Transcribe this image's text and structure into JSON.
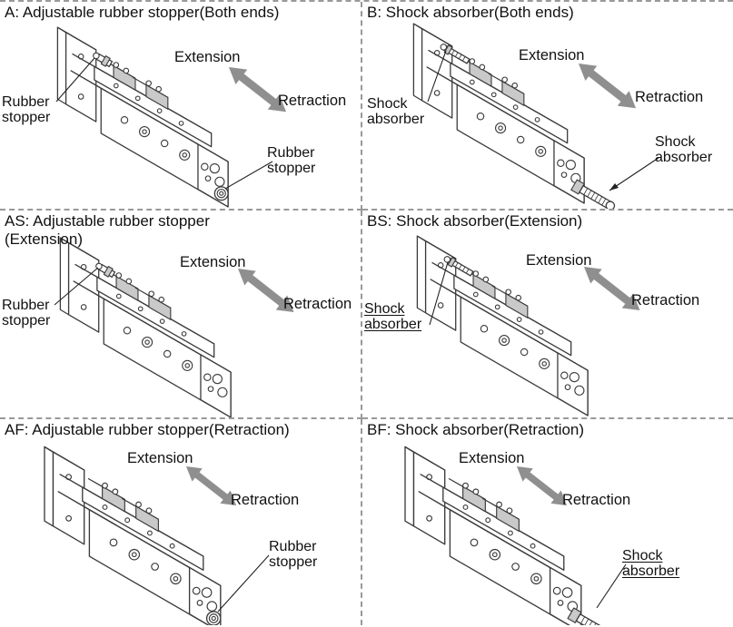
{
  "panels": [
    {
      "code": "A",
      "title": "A: Adjustable rubber stopper(Both ends)",
      "extension": "Extension",
      "retraction": "Retraction",
      "callouts": [
        "Rubber stopper",
        "Rubber stopper"
      ]
    },
    {
      "code": "B",
      "title": "B: Shock absorber(Both ends)",
      "extension": "Extension",
      "retraction": "Retraction",
      "callouts": [
        "Shock absorber",
        "Shock absorber"
      ]
    },
    {
      "code": "AS",
      "title": "AS: Adjustable rubber stopper (Extension)",
      "extension": "Extension",
      "retraction": "Retraction",
      "callouts": [
        "Rubber stopper"
      ]
    },
    {
      "code": "BS",
      "title": "BS: Shock absorber(Extension)",
      "extension": "Extension",
      "retraction": "Retraction",
      "callouts": [
        "Shock absorber"
      ]
    },
    {
      "code": "AF",
      "title": "AF: Adjustable rubber stopper(Retraction)",
      "extension": "Extension",
      "retraction": "Retraction",
      "callouts": [
        "Rubber stopper"
      ]
    },
    {
      "code": "BF",
      "title": "BF: Shock absorber(Retraction)",
      "extension": "Extension",
      "retraction": "Retraction",
      "callouts": [
        "Shock absorber"
      ]
    }
  ],
  "colors": {
    "line": "#3a3a3a",
    "arrow": "#8f8f8f",
    "block_fill": "#c9c9c9",
    "divider": "#999999",
    "text": "#111111"
  }
}
